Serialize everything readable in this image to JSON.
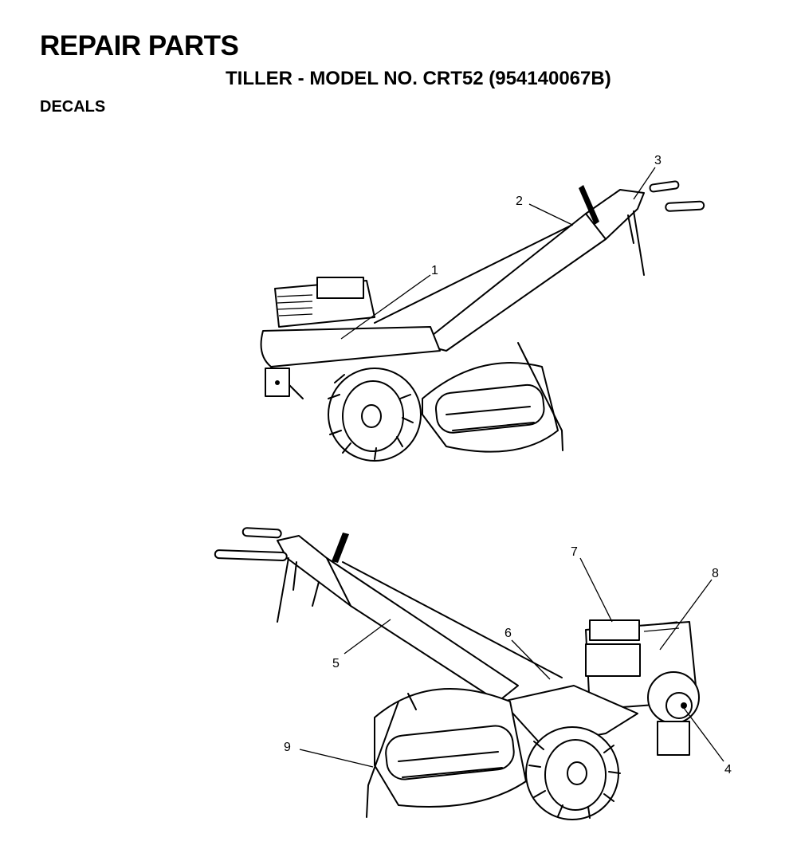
{
  "header": {
    "title": "REPAIR PARTS",
    "subtitle": "TILLER - MODEL NO. CRT52  (954140067B)",
    "section": "DECALS"
  },
  "callouts": [
    "1",
    "2",
    "3",
    "4",
    "5",
    "6",
    "7",
    "8",
    "9"
  ]
}
